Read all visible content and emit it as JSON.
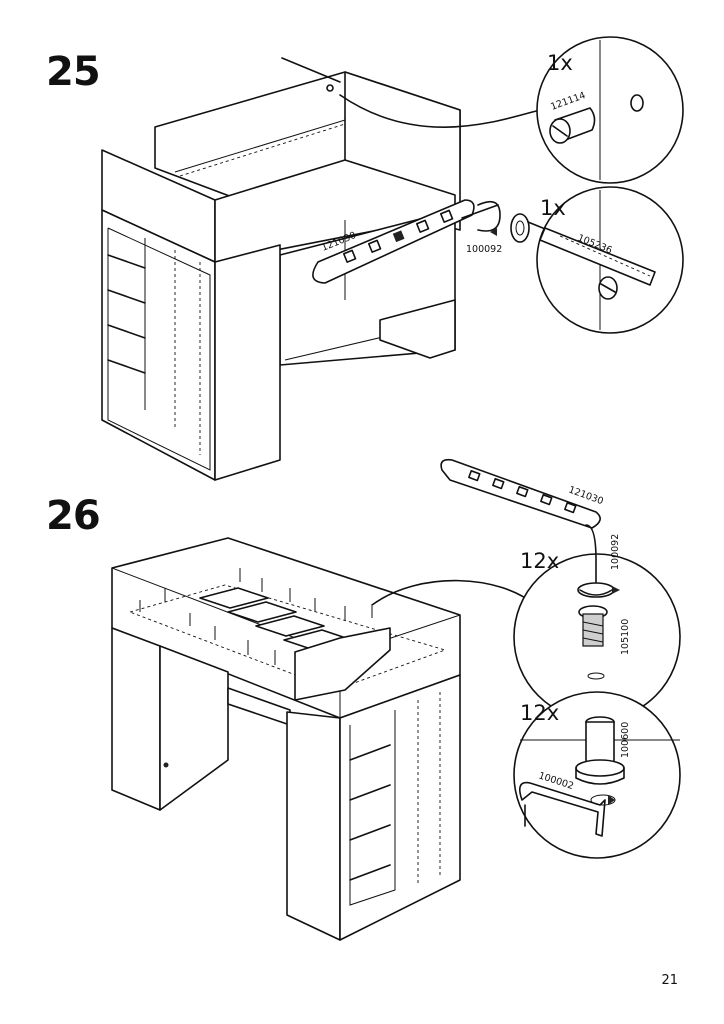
{
  "steps": [
    {
      "number": "25",
      "callouts": [
        {
          "quantity": "1x",
          "part": "121114"
        },
        {
          "quantity": "1x",
          "part": "105236"
        }
      ],
      "labels": [
        "121030",
        "100092"
      ]
    },
    {
      "number": "26",
      "callouts": [
        {
          "quantity": "12x",
          "parts": [
            "100092",
            "105100"
          ]
        },
        {
          "quantity": "12x",
          "parts": [
            "100600",
            "100002"
          ]
        }
      ],
      "labels": [
        "121030"
      ]
    }
  ],
  "page_number": "21"
}
